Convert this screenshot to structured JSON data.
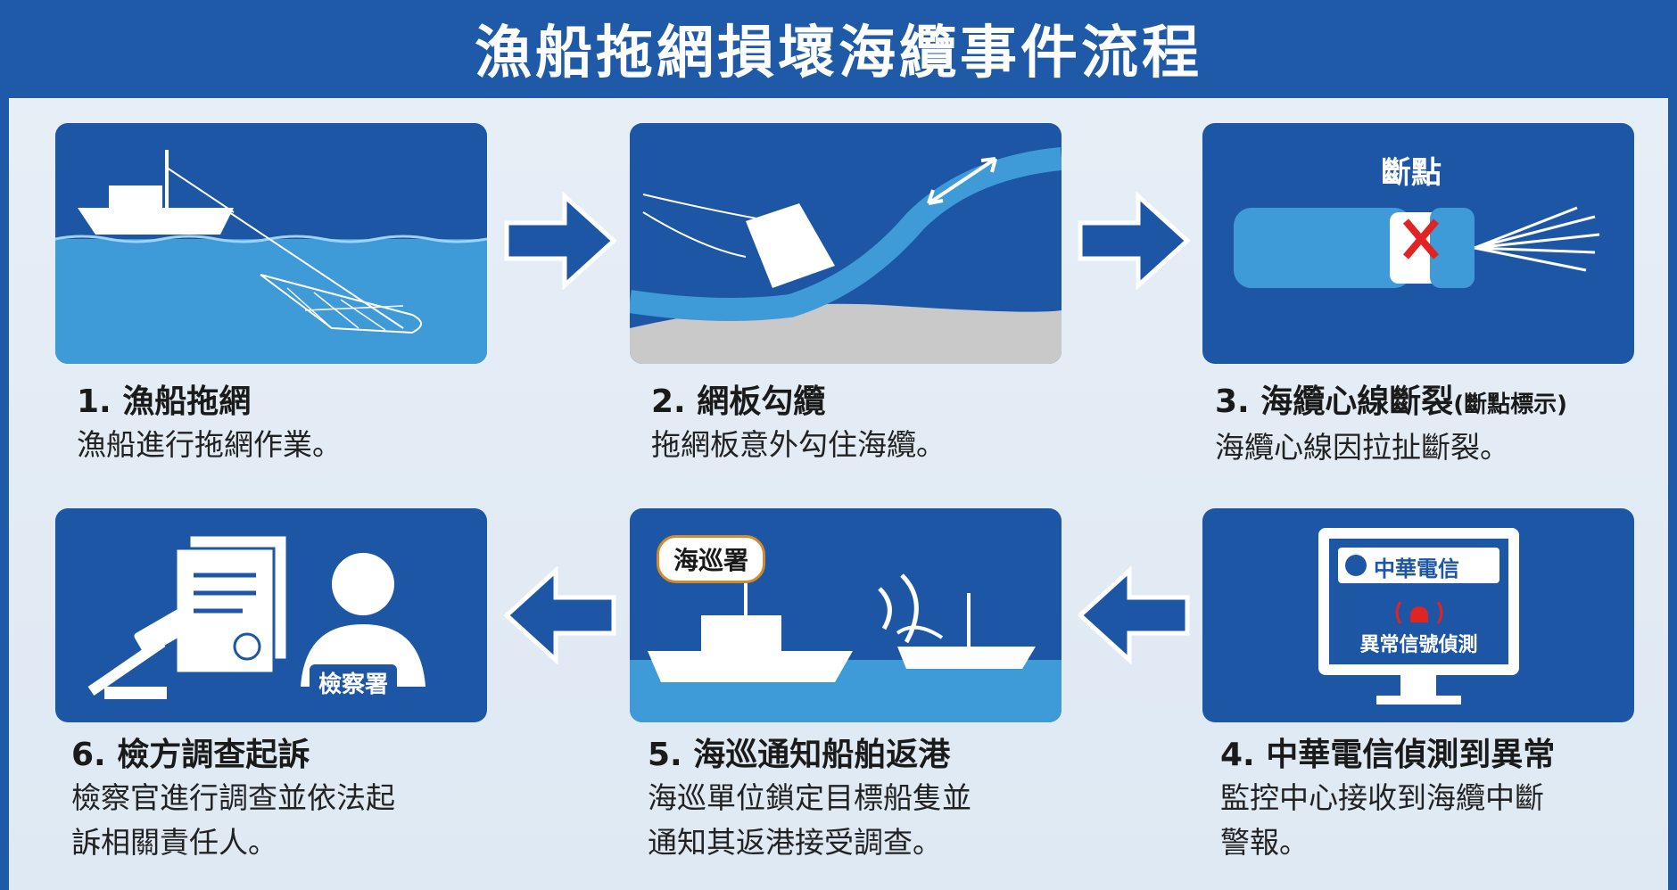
{
  "title": "漁船拖網損壞海纜事件流程",
  "colors": {
    "primary": "#1d56a5",
    "background": "#e3ecf5",
    "alert": "#e02424"
  },
  "steps": [
    {
      "heading": "1. 漁船拖網",
      "desc": "漁船進行拖網作業。"
    },
    {
      "heading": "2. 網板勾纜",
      "desc": "拖網板意外勾住海纜。"
    },
    {
      "heading": "3. 海纜心線斷裂",
      "heading_note": "(斷點標示)",
      "desc": "海纜心線因拉扯斷裂。",
      "label": "斷點"
    },
    {
      "heading": "4. 中華電信偵測到異常",
      "desc_lines": [
        "監控中心接收到海纜中斷",
        "警報。"
      ],
      "screen_brand": "中華電信",
      "screen_alert": "異常信號偵測"
    },
    {
      "heading": "5. 海巡通知船舶返港",
      "desc_lines": [
        "海巡單位鎖定目標船隻並",
        "通知其返港接受調查。"
      ],
      "badge": "海巡署"
    },
    {
      "heading": "6. 檢方調查起訴",
      "desc_lines": [
        "檢察官進行調查並依法起",
        "訴相關責任人。"
      ],
      "badge": "檢察署"
    }
  ]
}
